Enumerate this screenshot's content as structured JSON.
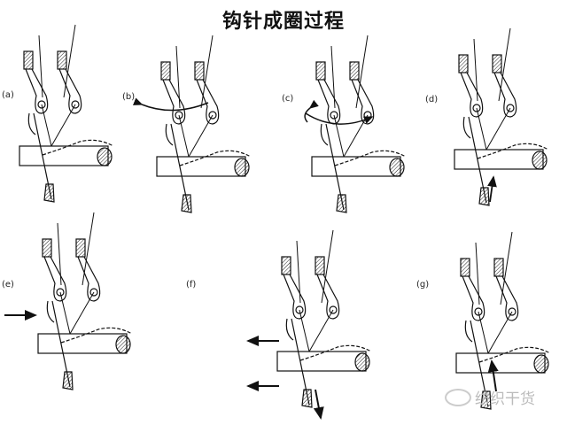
{
  "title": "钩针成圈过程",
  "panels": [
    {
      "label": "(a)"
    },
    {
      "label": "(b)"
    },
    {
      "label": "(c)"
    },
    {
      "label": "(d)"
    },
    {
      "label": "(e)"
    },
    {
      "label": "(f)"
    },
    {
      "label": "(g)"
    }
  ],
  "watermark": "纺织干货"
}
